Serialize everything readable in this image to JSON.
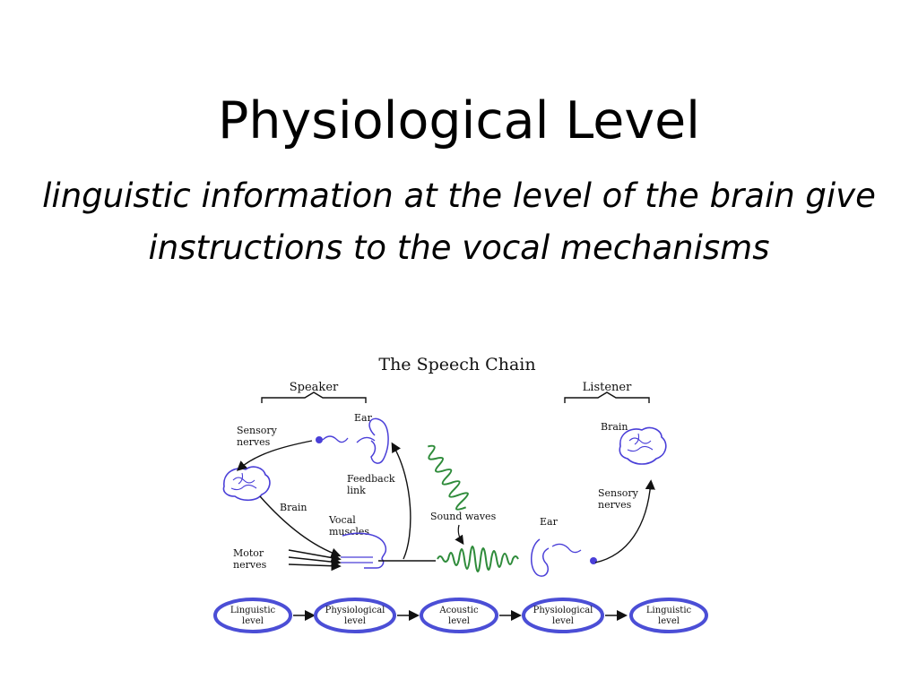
{
  "slide": {
    "title": "Physiological Level",
    "subtitle": "linguistic information at the level of the brain give instructions to the vocal mechanisms"
  },
  "diagram": {
    "title": "The Speech Chain",
    "speaker_label": "Speaker",
    "listener_label": "Listener",
    "labels": {
      "ear_speaker": "Ear",
      "sensory_nerves_speaker": [
        "Sensory",
        "nerves"
      ],
      "feedback_link": [
        "Feedback",
        "link"
      ],
      "brain_speaker": "Brain",
      "vocal_muscles": [
        "Vocal",
        "muscles"
      ],
      "motor_nerves": [
        "Motor",
        "nerves"
      ],
      "sound_waves": "Sound waves",
      "ear_listener": "Ear",
      "brain_listener": "Brain",
      "sensory_nerves_listener": [
        "Sensory",
        "nerves"
      ]
    },
    "levels": [
      [
        "Linguistic",
        "level"
      ],
      [
        "Physiological",
        "level"
      ],
      [
        "Acoustic",
        "level"
      ],
      [
        "Physiological",
        "level"
      ],
      [
        "Linguistic",
        "level"
      ]
    ],
    "colors": {
      "wave": "#2e8b3a",
      "organ": "#4a3fd8",
      "ellipse": "#4b4ed6",
      "line": "#111111"
    }
  }
}
